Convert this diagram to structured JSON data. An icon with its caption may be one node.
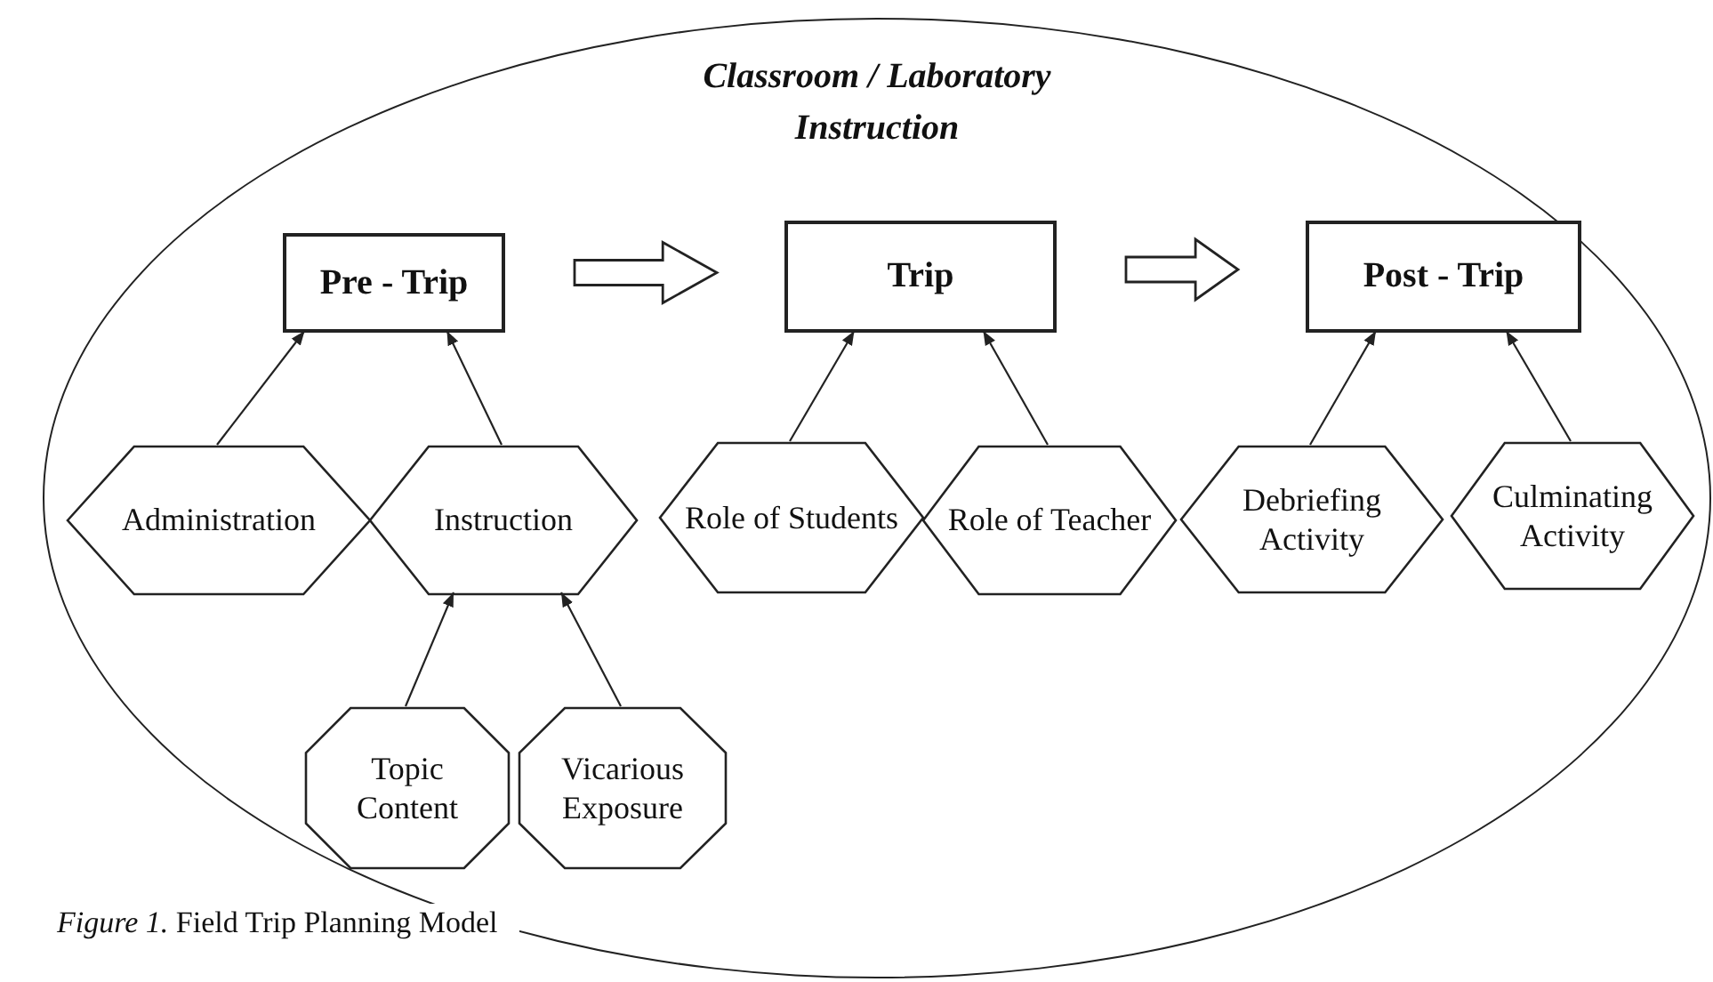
{
  "diagram": {
    "caption": "*Figure 1.* Field Trip Planning Model",
    "nodes": [
      {
        "text": [
          "Classroom / Laboratory Instruction"
        ]
      },
      {
        "text": [
          "Pre - Trip"
        ],
        "in": 0
      },
      {
        "text": [
          "Trip"
        ],
        "in": 0
      },
      {
        "text": [
          "Post - Trip"
        ],
        "in": 0
      },
      {
        "text": [
          "Administration"
        ],
        "in": 0
      },
      {
        "text": [
          "Instruction"
        ],
        "in": 0
      },
      {
        "text": [
          "Role of Students"
        ],
        "in": 0
      },
      {
        "text": [
          "Role of Teacher"
        ],
        "in": 0
      },
      {
        "text": [
          "Debriefing Activity"
        ],
        "in": 0
      },
      {
        "text": [
          "Culminating Activity"
        ],
        "in": 0
      },
      {
        "text": [
          "Topic Content"
        ],
        "in": 0
      },
      {
        "text": [
          "Vicarious Exposure"
        ],
        "in": 0
      }
    ],
    "edges": [
      {
        "from": 1,
        "to": 2,
        "arrow": "to",
        "style": "thick"
      },
      {
        "from": 2,
        "to": 3,
        "arrow": "to",
        "style": "thick"
      },
      {
        "from": 4,
        "to": 1,
        "arrow": "to"
      },
      {
        "from": 5,
        "to": 1,
        "arrow": "to"
      },
      {
        "from": 6,
        "to": 2,
        "arrow": "to"
      },
      {
        "from": 7,
        "to": 2,
        "arrow": "to"
      },
      {
        "from": 8,
        "to": 3,
        "arrow": "to"
      },
      {
        "from": 9,
        "to": 3,
        "arrow": "to"
      },
      {
        "from": 10,
        "to": 5,
        "arrow": "to"
      },
      {
        "from": 11,
        "to": 5,
        "arrow": "to"
      }
    ]
  }
}
